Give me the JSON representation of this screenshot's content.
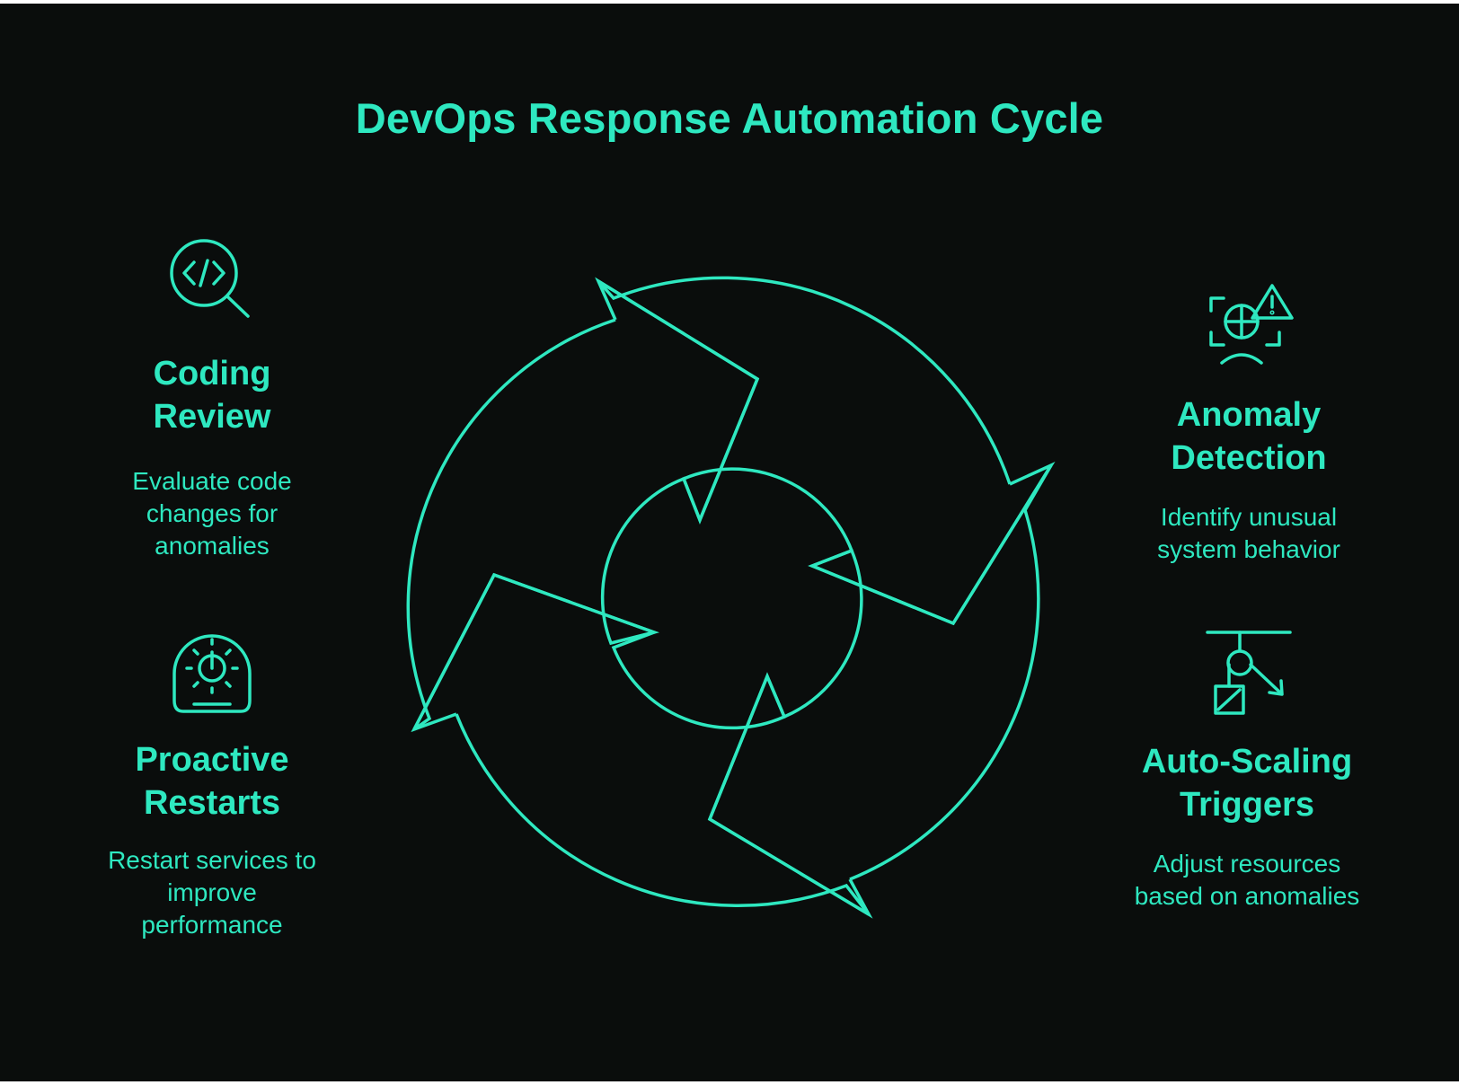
{
  "title": "DevOps Response Automation Cycle",
  "colors": {
    "background": "#0a0d0c",
    "accent": "#2ee8c0"
  },
  "steps": [
    {
      "id": "coding-review",
      "position": "top-left",
      "icon": "code-search-icon",
      "heading_lines": [
        "Coding",
        "Review"
      ],
      "desc_lines": [
        "Evaluate code",
        "changes for",
        "anomalies"
      ]
    },
    {
      "id": "anomaly-detection",
      "position": "top-right",
      "icon": "anomaly-alert-icon",
      "heading_lines": [
        "Anomaly",
        "Detection"
      ],
      "desc_lines": [
        "Identify unusual",
        "system behavior"
      ]
    },
    {
      "id": "auto-scaling",
      "position": "bottom-right",
      "icon": "pulley-weight-icon",
      "heading_lines": [
        "Auto-Scaling",
        "Triggers"
      ],
      "desc_lines": [
        "Adjust resources",
        "based on anomalies"
      ]
    },
    {
      "id": "proactive-restarts",
      "position": "bottom-left",
      "icon": "power-dome-icon",
      "heading_lines": [
        "Proactive",
        "Restarts"
      ],
      "desc_lines": [
        "Restart services to",
        "improve",
        "performance"
      ]
    }
  ]
}
